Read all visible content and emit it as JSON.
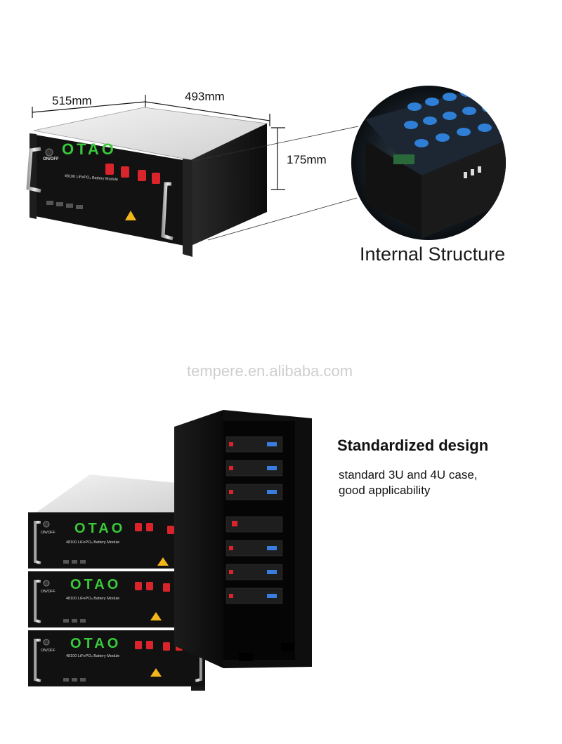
{
  "top_figure": {
    "dimensions": {
      "depth": "515mm",
      "width": "493mm",
      "height": "175mm"
    },
    "module": {
      "brand": "OTAO",
      "power_label": "ON/OFF",
      "model_label": "48100 LiFePO₄ Battery Module"
    },
    "inset_caption": "Internal Structure"
  },
  "watermark": "tempere.en.alibaba.com",
  "bottom_figure": {
    "title": "Standardized design",
    "description": "standard 3U and 4U case,\ngood applicability",
    "modules": [
      {
        "brand": "OTAO",
        "power_label": "ON/OFF",
        "model_label": "48100 LiFePO₄ Battery Module"
      },
      {
        "brand": "OTAO",
        "power_label": "ON/OFF",
        "model_label": "48100 LiFePO₄ Battery Module"
      },
      {
        "brand": "OTAO",
        "power_label": "ON/OFF",
        "model_label": "48100 LiFePO₄ Battery Module"
      }
    ]
  },
  "colors": {
    "brand_green": "#39c93a",
    "terminal_red": "#d8242a",
    "warning_yellow": "#f2b51c",
    "chassis_black": "#141414"
  }
}
